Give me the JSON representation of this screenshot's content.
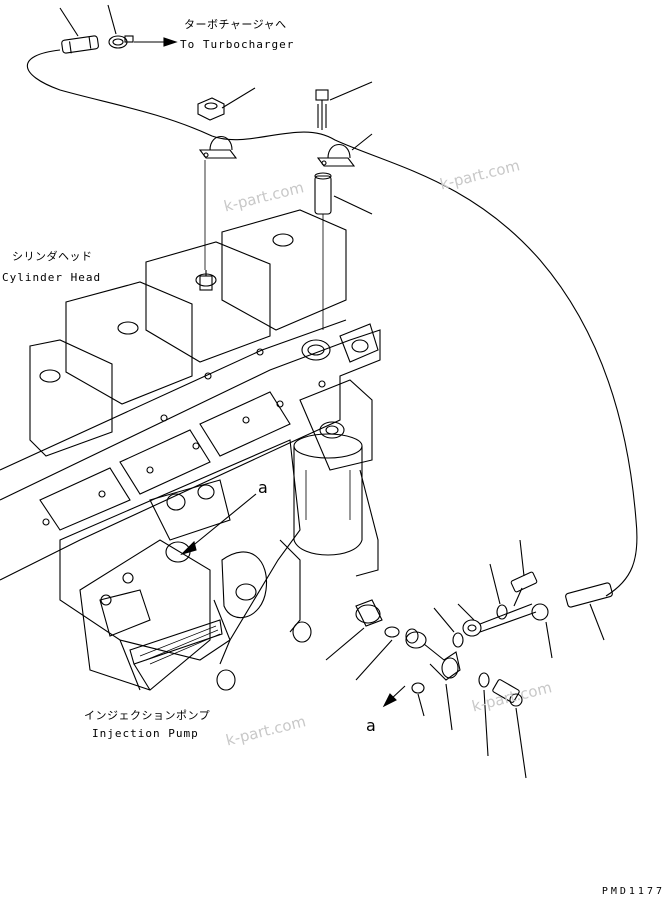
{
  "labels": {
    "turbo_jp": "ターボチャージャへ",
    "turbo_en": "To Turbocharger",
    "head_jp": "シリンダヘッド",
    "head_en": "Cylinder Head",
    "pump_jp": "インジェクションポンプ",
    "pump_en": "Injection Pump"
  },
  "callouts": {
    "a_upper": "a",
    "a_lower": "a"
  },
  "watermark": "k-part.com",
  "page_code": "PMD1177",
  "colors": {
    "ink": "#000000",
    "watermark": "#c8c8c8",
    "background": "#ffffff"
  }
}
